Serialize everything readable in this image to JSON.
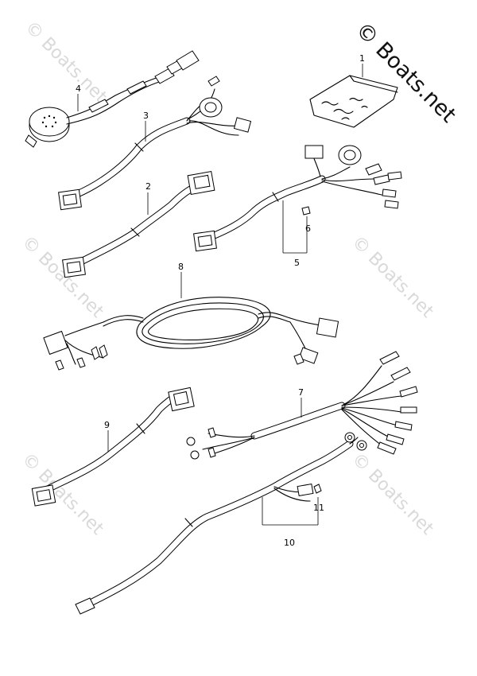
{
  "watermark": {
    "main_text": "© Boats.net",
    "faint_text": "© Boats.net"
  },
  "callouts": {
    "c1": "1",
    "c2": "2",
    "c3": "3",
    "c4": "4",
    "c5": "5",
    "c6": "6",
    "c7": "7",
    "c8": "8",
    "c9": "9",
    "c10": "10",
    "c11": "11"
  }
}
